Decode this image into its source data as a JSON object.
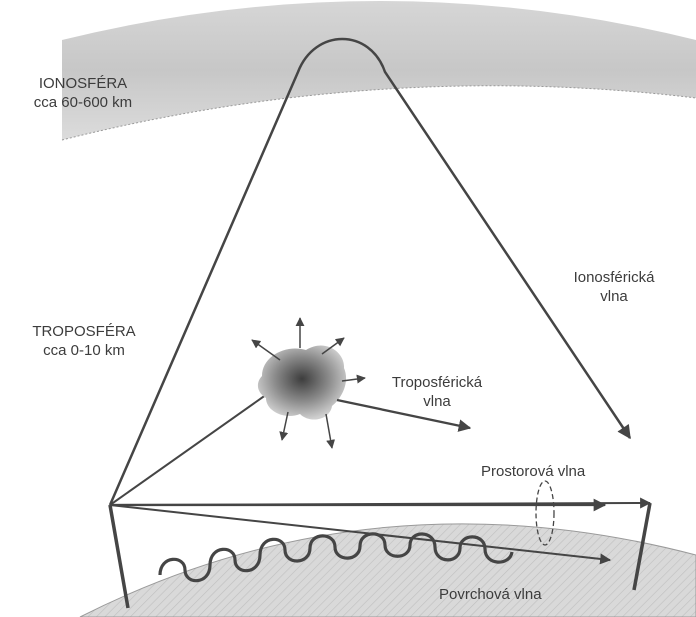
{
  "labels": {
    "ionosphere": {
      "name": "IONOSFÉRA",
      "range": "cca 60-600 km"
    },
    "troposphere": {
      "name": "TROPOSFÉRA",
      "range": "cca 0-10 km"
    },
    "ionospheric_wave": {
      "line1": "Ionosférická",
      "line2": "vlna"
    },
    "tropospheric_wave": {
      "line1": "Troposférická",
      "line2": "vlna"
    },
    "space_wave": "Prostorová vlna",
    "surface_wave": "Povrchová vlna"
  },
  "colors": {
    "ionosphere_band": "#cfcfcf",
    "earth": "#d4d4d4",
    "lines": "#454545",
    "text": "#3c3c3c"
  }
}
